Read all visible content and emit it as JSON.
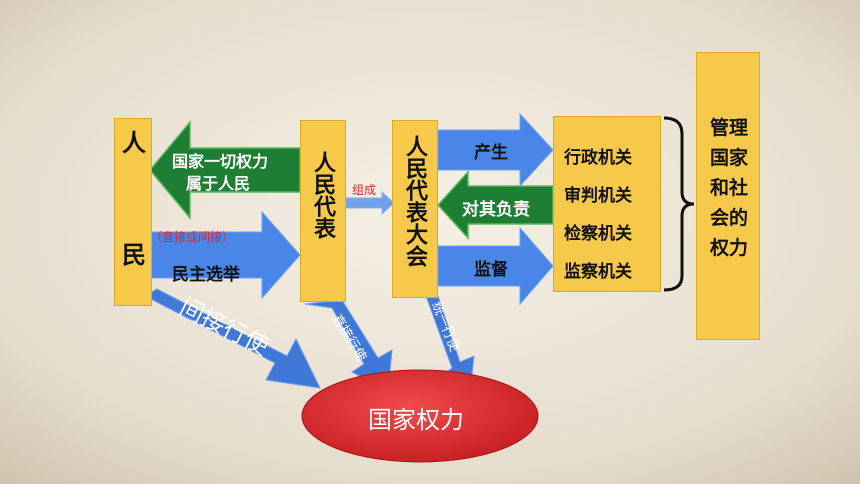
{
  "nodes": {
    "people_char1": "人",
    "people_char2": "民",
    "deputies": "人民代表",
    "congress": "人民代表大会",
    "organs": [
      "行政机关",
      "审判机关",
      "检察机关",
      "监察机关"
    ],
    "manage": "管理国家和社会的权力",
    "power": "国家权力"
  },
  "edges": {
    "belongs_line1": "国家一切权力",
    "belongs_line2": "属于人民",
    "election": "民主选举",
    "election_note": "（直接或间接）",
    "compose": "组成",
    "produce": "产生",
    "responsible": "对其负责",
    "supervise": "监督",
    "indirect": "间接行使",
    "direct": "直接行使",
    "unified": "统一行使"
  },
  "colors": {
    "box_fill": "#F6C94B",
    "arrow_green": "#1E7E34",
    "arrow_blue": "#4A86E8",
    "ellipse_red": "#E0262B",
    "note_red": "#E0262B"
  }
}
